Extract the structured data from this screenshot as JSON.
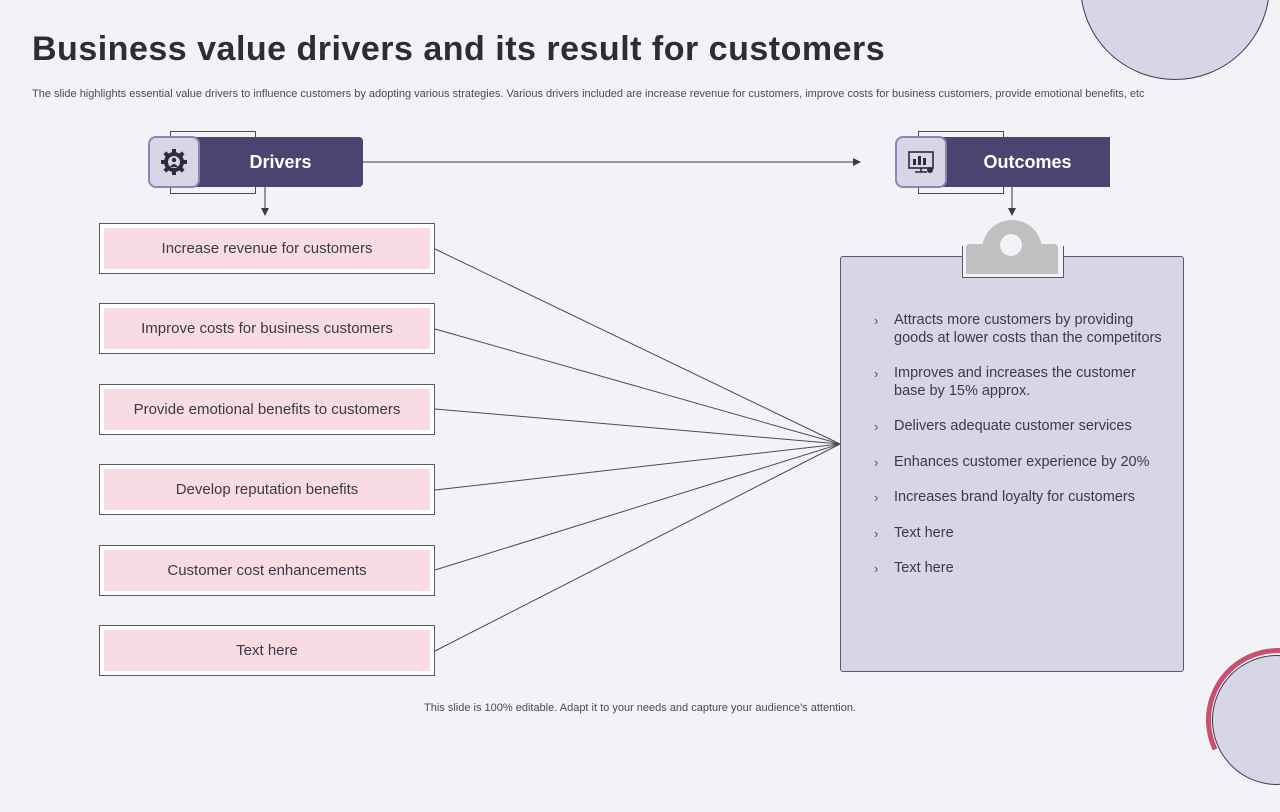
{
  "title": "Business value drivers and its result for customers",
  "subtitle": "The slide highlights essential value drivers to influence customers by adopting various strategies. Various drivers included are increase revenue for customers, improve costs for business customers, provide emotional benefits, etc",
  "footer": "This slide is 100% editable. Adapt it to your needs and capture your audience's attention.",
  "drivers_header": {
    "label": "Drivers",
    "icon": "gear-people-icon"
  },
  "outcomes_header": {
    "label": "Outcomes",
    "icon": "presentation-screen-icon"
  },
  "drivers": [
    "Increase revenue for customers",
    "Improve costs for business customers",
    "Provide emotional benefits to customers",
    "Develop reputation benefits",
    "Customer cost enhancements",
    "Text here"
  ],
  "outcomes": [
    "Attracts more customers by providing goods at lower costs than the competitors",
    "Improves and increases the customer base by 15% approx.",
    "Delivers adequate customer services",
    "Enhances customer experience by 20%",
    "Increases brand loyalty for customers",
    "Text here",
    "Text here"
  ],
  "colors": {
    "background": "#f3f2f7",
    "header_fill": "#4a4570",
    "driver_fill": "#f9dbe3",
    "clipboard_fill": "#d8d5e6",
    "accent_arc": "#c9506f"
  }
}
